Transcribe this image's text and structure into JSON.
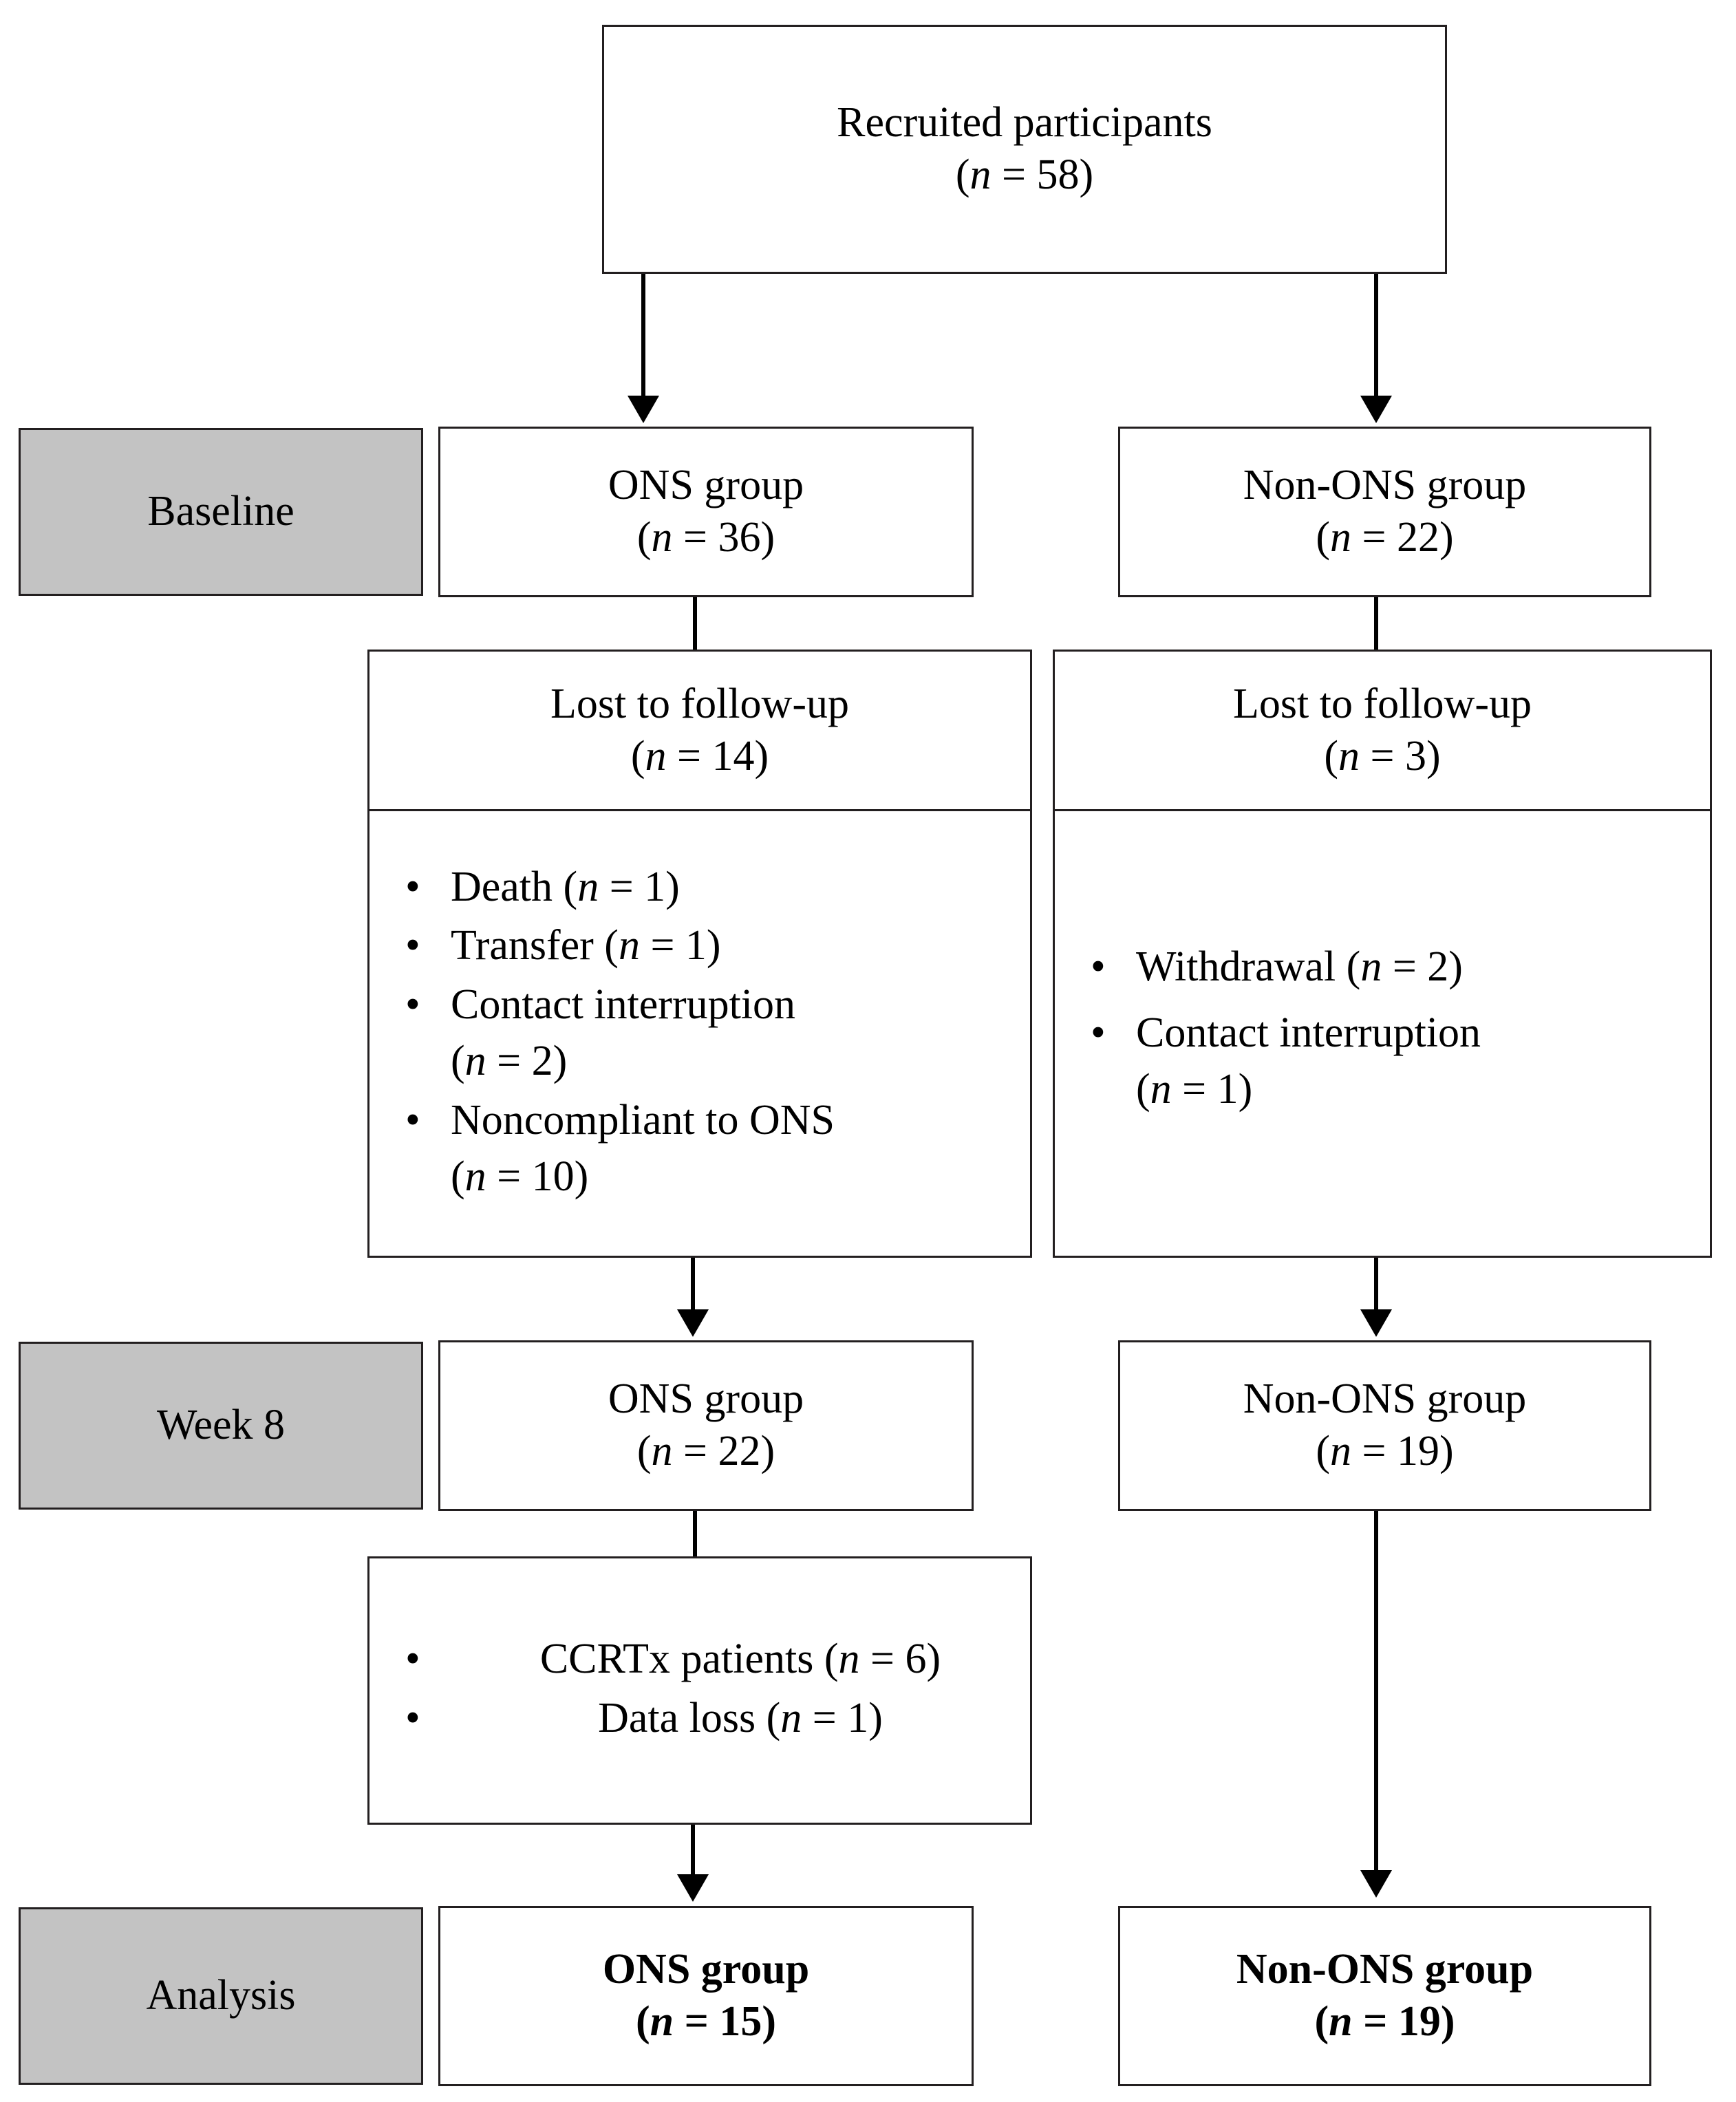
{
  "diagram": {
    "type": "participant-flow-diagram",
    "title_box": {
      "line1": "Recruited participants",
      "line2_prefix": "(",
      "line2_var": "n",
      "line2_value": " = 58)"
    },
    "stage_labels": [
      {
        "id": "baseline",
        "label": "Baseline"
      },
      {
        "id": "week8",
        "label": "Week 8"
      },
      {
        "id": "analysis",
        "label": "Analysis"
      }
    ],
    "baseline": {
      "left": {
        "line1": "ONS group",
        "var": "n",
        "value": " = 36)"
      },
      "right": {
        "line1": "Non-ONS group",
        "var": "n",
        "value": " = 22)"
      }
    },
    "attrition_week8": {
      "left": {
        "header_line1": "Lost to follow-up",
        "header_var": "n",
        "header_value": " = 14)",
        "items": [
          {
            "text": "Death (",
            "var": "n",
            "value": " = 1)"
          },
          {
            "text": "Transfer (",
            "var": "n",
            "value": " = 1)"
          },
          {
            "text": "Contact interruption",
            "wrap": "(",
            "var": "n",
            "value": " = 2)"
          },
          {
            "text": "Noncompliant to ONS",
            "wrap": "(",
            "var": "n",
            "value": " = 10)"
          }
        ]
      },
      "right": {
        "header_line1": "Lost to follow-up",
        "header_var": "n",
        "header_value": " = 3)",
        "items": [
          {
            "text": "Withdrawal (",
            "var": "n",
            "value": " = 2)"
          },
          {
            "text": "Contact interruption",
            "wrap": "(",
            "var": "n",
            "value": " = 1)"
          }
        ]
      }
    },
    "week8": {
      "left": {
        "line1": "ONS group",
        "var": "n",
        "value": " = 22)"
      },
      "right": {
        "line1": "Non-ONS group",
        "var": "n",
        "value": " = 19)"
      }
    },
    "exclusions_analysis": {
      "left": {
        "items": [
          {
            "text": "CCRTx patients (",
            "var": "n",
            "value": " = 6)"
          },
          {
            "text": "Data loss (",
            "var": "n",
            "value": " = 1)"
          }
        ]
      }
    },
    "analysis": {
      "left": {
        "line1": "ONS group",
        "var": "n",
        "value": " = 15)"
      },
      "right": {
        "line1": "Non-ONS group",
        "var": "n",
        "value": " = 19)"
      }
    },
    "bullet_glyph": "•",
    "paren_open": "(",
    "colors": {
      "border": "#231f20",
      "stage_label_fill": "#c3c3c3",
      "arrow": "#000000"
    }
  }
}
